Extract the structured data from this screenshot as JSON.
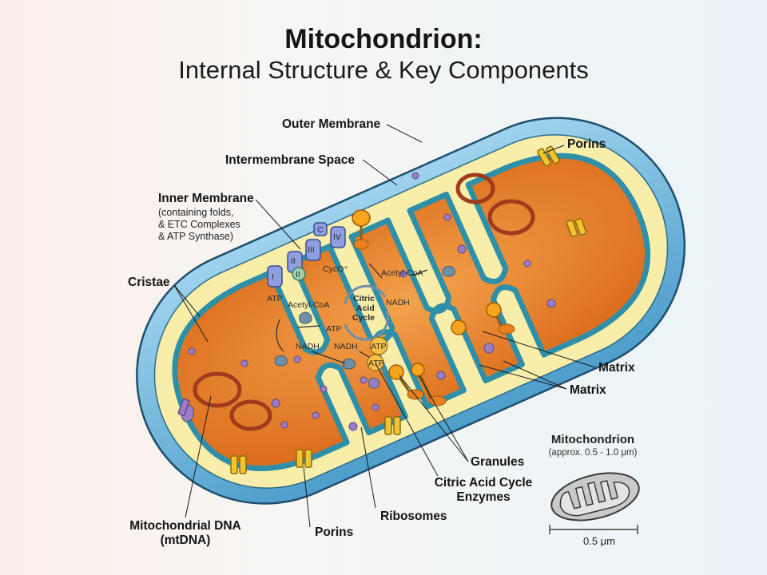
{
  "title": "Mitochondrion:",
  "subtitle": "Internal Structure & Key Components",
  "labels": {
    "outer_membrane": "Outer Membrane",
    "intermembrane_space": "Intermembrane Space",
    "inner_membrane": "Inner Membrane",
    "inner_membrane_note_1": "(containing folds,",
    "inner_membrane_note_2": "& ETC Complexes",
    "inner_membrane_note_3": "& ATP Synthase)",
    "cristae": "Cristae",
    "porins_top": "Porins",
    "matrix_1": "Matrix",
    "matrix_2": "Matrix",
    "granules": "Granules",
    "citric_enzymes_1": "Citric Acid Cycle",
    "citric_enzymes_2": "Enzymes",
    "ribosomes": "Ribosomes",
    "porins_bottom": "Porins",
    "mtdna_1": "Mitochondrial DNA",
    "mtdna_2": "(mtDNA)"
  },
  "internal_labels": {
    "complex_1": "I",
    "complex_2": "II",
    "complex_2b": "II",
    "complex_3": "III",
    "complex_c": "C",
    "complex_4": "IV",
    "cyco": "CycO⁺",
    "acetyl_coa_1": "Acetyl-CoA",
    "acetyl_coa_2": "Acetyl-CoA",
    "nadh_1": "NADH",
    "nadh_2": "NADH",
    "nadh_3": "NADH",
    "atp_1": "ATP",
    "atp_2": "ATP",
    "atp_3": "ATP",
    "atp_4": "ATP",
    "cycle_1": "Citric",
    "cycle_2": "Acid",
    "cycle_3": "Cycle"
  },
  "inset": {
    "title": "Mitochondrion",
    "subtitle": "(approx. 0.5 - 1.0 μm)",
    "scale": "0.5 μm"
  },
  "colors": {
    "outer_membrane": "#6fb7dd",
    "intermembrane": "#f8eeaa",
    "inner_membrane": "#2f8fa8",
    "matrix": "#e7812e",
    "porin": "#f2c430",
    "granule": "#f7a51e",
    "ribosome": "#9a7fc6"
  }
}
